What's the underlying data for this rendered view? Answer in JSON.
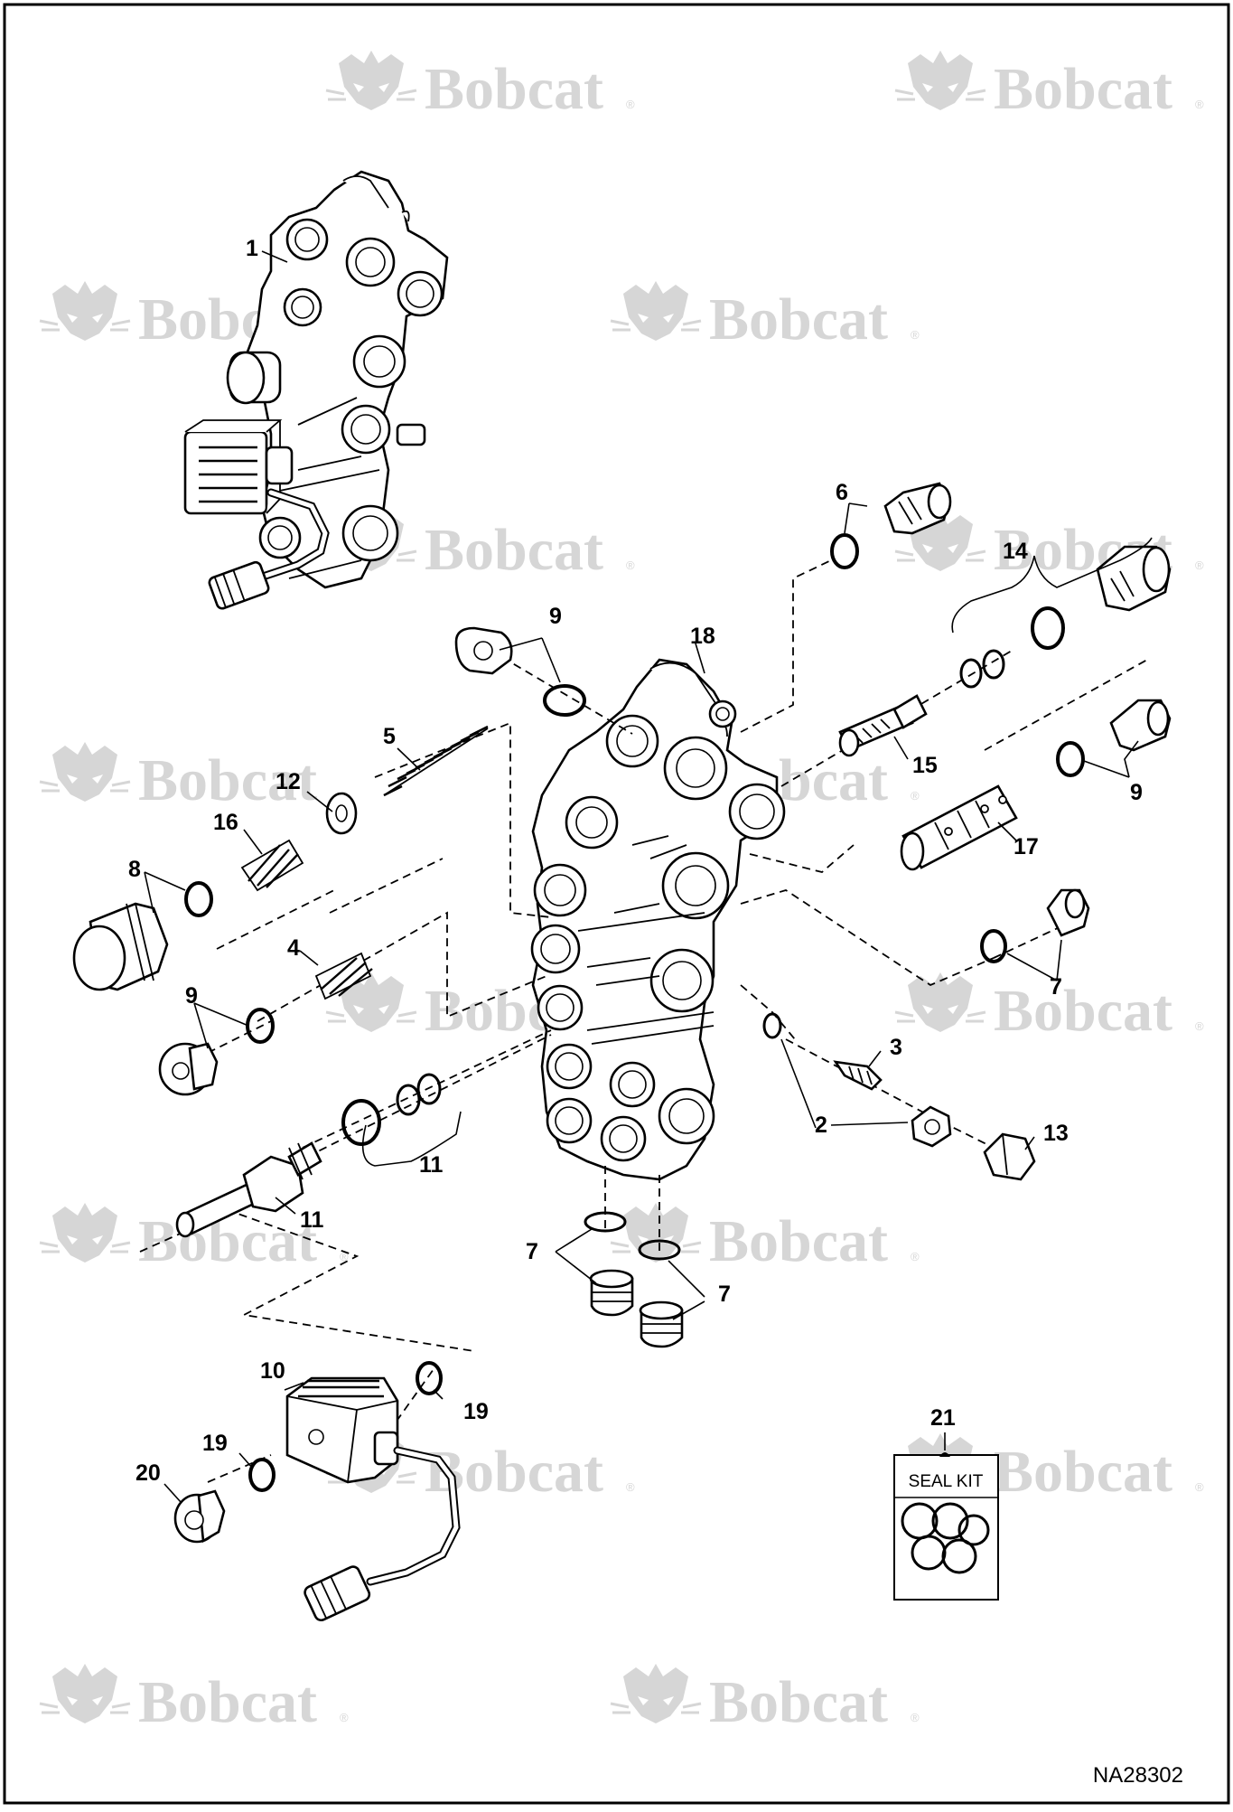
{
  "brand": {
    "watermark_text": "Bobcat",
    "watermark_mark": "®",
    "watermark_color": "#d6d6d6"
  },
  "drawing_number": "NA28302",
  "seal_kit": {
    "label": "SEAL KIT",
    "callout": "21"
  },
  "callouts": {
    "c1": "1",
    "c2": "2",
    "c3": "3",
    "c4": "4",
    "c5": "5",
    "c6": "6",
    "c7a": "7",
    "c7b": "7",
    "c7c": "7",
    "c8": "8",
    "c9a": "9",
    "c9b": "9",
    "c9c": "9",
    "c10": "10",
    "c11a": "11",
    "c11b": "11",
    "c12": "12",
    "c13": "13",
    "c14": "14",
    "c15": "15",
    "c16": "16",
    "c17": "17",
    "c18": "18",
    "c19a": "19",
    "c19b": "19",
    "c20": "20"
  },
  "icons": [
    "bobcat-logo-icon",
    "seal-kit-icon",
    "o-ring-icon"
  ]
}
